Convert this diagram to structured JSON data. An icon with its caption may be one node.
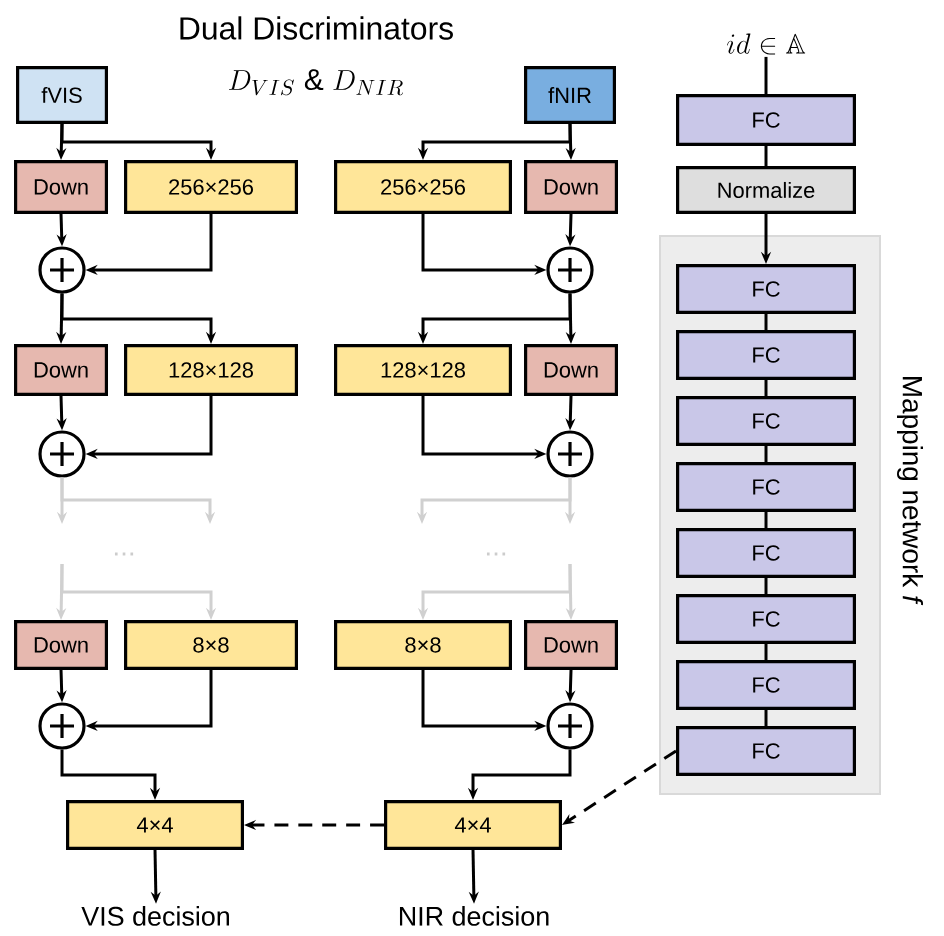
{
  "diagram": {
    "title": "Dual Discriminators",
    "nodes": [
      {
        "text": [
          "fVIS"
        ]
      },
      {
        "text": [
          "Down"
        ]
      },
      {
        "text": [
          "256×256"
        ]
      },
      {
        "text": [],
        "shape": "circle"
      },
      {
        "text": [
          "Down"
        ]
      },
      {
        "text": [
          "128×128"
        ]
      },
      {
        "text": [],
        "shape": "circle"
      },
      {
        "text": [
          "Down"
        ]
      },
      {
        "text": [
          "8×8"
        ]
      },
      {
        "text": [],
        "shape": "circle"
      },
      {
        "text": [
          "4×4"
        ]
      },
      {
        "text": [
          "VIS decision"
        ]
      },
      {
        "text": [
          "fNIR"
        ]
      },
      {
        "text": [
          "256×256"
        ]
      },
      {
        "text": [
          "Down"
        ]
      },
      {
        "text": [],
        "shape": "circle"
      },
      {
        "text": [
          "128×128"
        ]
      },
      {
        "text": [
          "Down"
        ]
      },
      {
        "text": [],
        "shape": "circle"
      },
      {
        "text": [
          "8×8"
        ]
      },
      {
        "text": [
          "Down"
        ]
      },
      {
        "text": [],
        "shape": "circle"
      },
      {
        "text": [
          "4×4"
        ]
      },
      {
        "text": [
          "NIR decision"
        ]
      },
      {
        "text": [
          "id \\in \\mathbb{A}"
        ]
      },
      {
        "text": [
          "FC"
        ]
      },
      {
        "text": [
          "Normalize"
        ]
      },
      {
        "text": [
          "Mapping network *f*"
        ]
      },
      {
        "text": [
          "FC"
        ],
        "in": 27
      },
      {
        "text": [
          "FC"
        ],
        "in": 27
      },
      {
        "text": [
          "FC"
        ],
        "in": 27
      },
      {
        "text": [
          "FC"
        ],
        "in": 27
      },
      {
        "text": [
          "FC"
        ],
        "in": 27
      },
      {
        "text": [
          "FC"
        ],
        "in": 27
      },
      {
        "text": [
          "FC"
        ],
        "in": 27
      },
      {
        "text": [
          "FC"
        ],
        "in": 27
      }
    ],
    "edges": [
      {
        "from": 0,
        "to": 1,
        "arrow": "to"
      },
      {
        "from": 0,
        "to": 2,
        "arrow": "to"
      },
      {
        "from": 1,
        "to": 3,
        "arrow": "to"
      },
      {
        "from": 2,
        "to": 3,
        "arrow": "to"
      },
      {
        "from": 3,
        "to": 4,
        "arrow": "to"
      },
      {
        "from": 3,
        "to": 5,
        "arrow": "to"
      },
      {
        "from": 4,
        "to": 6,
        "arrow": "to"
      },
      {
        "from": 5,
        "to": 6,
        "arrow": "to"
      },
      {
        "from": 6,
        "to": null,
        "arrow": "to",
        "color": "#d0d0d0"
      },
      {
        "from": 6,
        "to": null,
        "arrow": "to",
        "color": "#d0d0d0"
      },
      {
        "from": null,
        "to": 7,
        "arrow": "to",
        "color": "#d0d0d0"
      },
      {
        "from": null,
        "to": 8,
        "arrow": "to",
        "color": "#d0d0d0"
      },
      {
        "from": 7,
        "to": 9,
        "arrow": "to"
      },
      {
        "from": 8,
        "to": 9,
        "arrow": "to"
      },
      {
        "from": 9,
        "to": 10,
        "arrow": "to"
      },
      {
        "from": 10,
        "to": 11,
        "arrow": "to"
      },
      {
        "from": 12,
        "to": 14,
        "arrow": "to"
      },
      {
        "from": 12,
        "to": 13,
        "arrow": "to"
      },
      {
        "from": 14,
        "to": 15,
        "arrow": "to"
      },
      {
        "from": 13,
        "to": 15,
        "arrow": "to"
      },
      {
        "from": 15,
        "to": 17,
        "arrow": "to"
      },
      {
        "from": 15,
        "to": 16,
        "arrow": "to"
      },
      {
        "from": 17,
        "to": 18,
        "arrow": "to"
      },
      {
        "from": 16,
        "to": 18,
        "arrow": "to"
      },
      {
        "from": 18,
        "to": null,
        "arrow": "to",
        "color": "#d0d0d0"
      },
      {
        "from": 18,
        "to": null,
        "arrow": "to",
        "color": "#d0d0d0"
      },
      {
        "from": null,
        "to": 20,
        "arrow": "to",
        "color": "#d0d0d0"
      },
      {
        "from": null,
        "to": 19,
        "arrow": "to",
        "color": "#d0d0d0"
      },
      {
        "from": 20,
        "to": 21,
        "arrow": "to"
      },
      {
        "from": 19,
        "to": 21,
        "arrow": "to"
      },
      {
        "from": 21,
        "to": 22,
        "arrow": "to"
      },
      {
        "from": 22,
        "to": 23,
        "arrow": "to"
      },
      {
        "from": 22,
        "to": 10,
        "arrow": "to",
        "style": "dashed"
      },
      {
        "from": 24,
        "to": 25,
        "arrow": "none"
      },
      {
        "from": 25,
        "to": 26,
        "arrow": "none"
      },
      {
        "from": 26,
        "to": 28,
        "arrow": "to"
      },
      {
        "from": 28,
        "to": 29,
        "arrow": "none"
      },
      {
        "from": 29,
        "to": 30,
        "arrow": "none"
      },
      {
        "from": 30,
        "to": 31,
        "arrow": "none"
      },
      {
        "from": 31,
        "to": 32,
        "arrow": "none"
      },
      {
        "from": 32,
        "to": 33,
        "arrow": "none"
      },
      {
        "from": 33,
        "to": 34,
        "arrow": "none"
      },
      {
        "from": 34,
        "to": 35,
        "arrow": "none"
      },
      {
        "from": 35,
        "to": 22,
        "arrow": "to",
        "style": "dashed"
      }
    ],
    "labels": [
      "D_{VIS}\\ \\&\\ D_{NIR}",
      "...",
      "..."
    ]
  }
}
